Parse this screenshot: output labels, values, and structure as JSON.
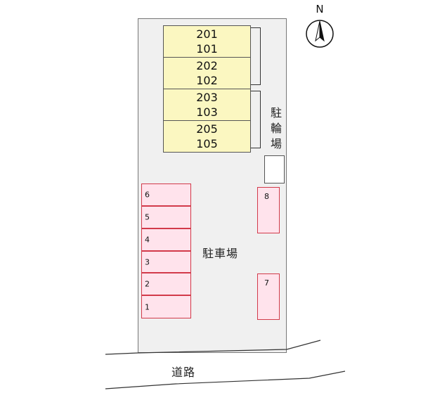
{
  "compass": {
    "letter": "N",
    "icon": "north-arrow-icon"
  },
  "building": {
    "units": [
      {
        "upper": "201",
        "lower": "101"
      },
      {
        "upper": "202",
        "lower": "102"
      },
      {
        "upper": "203",
        "lower": "103"
      },
      {
        "upper": "205",
        "lower": "105"
      }
    ]
  },
  "bicycle_parking": {
    "label_chars": [
      "駐",
      "輪",
      "場"
    ]
  },
  "parking": {
    "label": "駐車場",
    "spaces_left": [
      "6",
      "5",
      "4",
      "3",
      "2",
      "1"
    ],
    "spaces_right": [
      "8",
      "7"
    ]
  },
  "road": {
    "label": "道路"
  },
  "colors": {
    "unit_fill": "#fbf7c1",
    "parking_fill": "#ffe3ec",
    "parking_border": "#d23a4a",
    "lot_fill": "#f0f0f0"
  }
}
